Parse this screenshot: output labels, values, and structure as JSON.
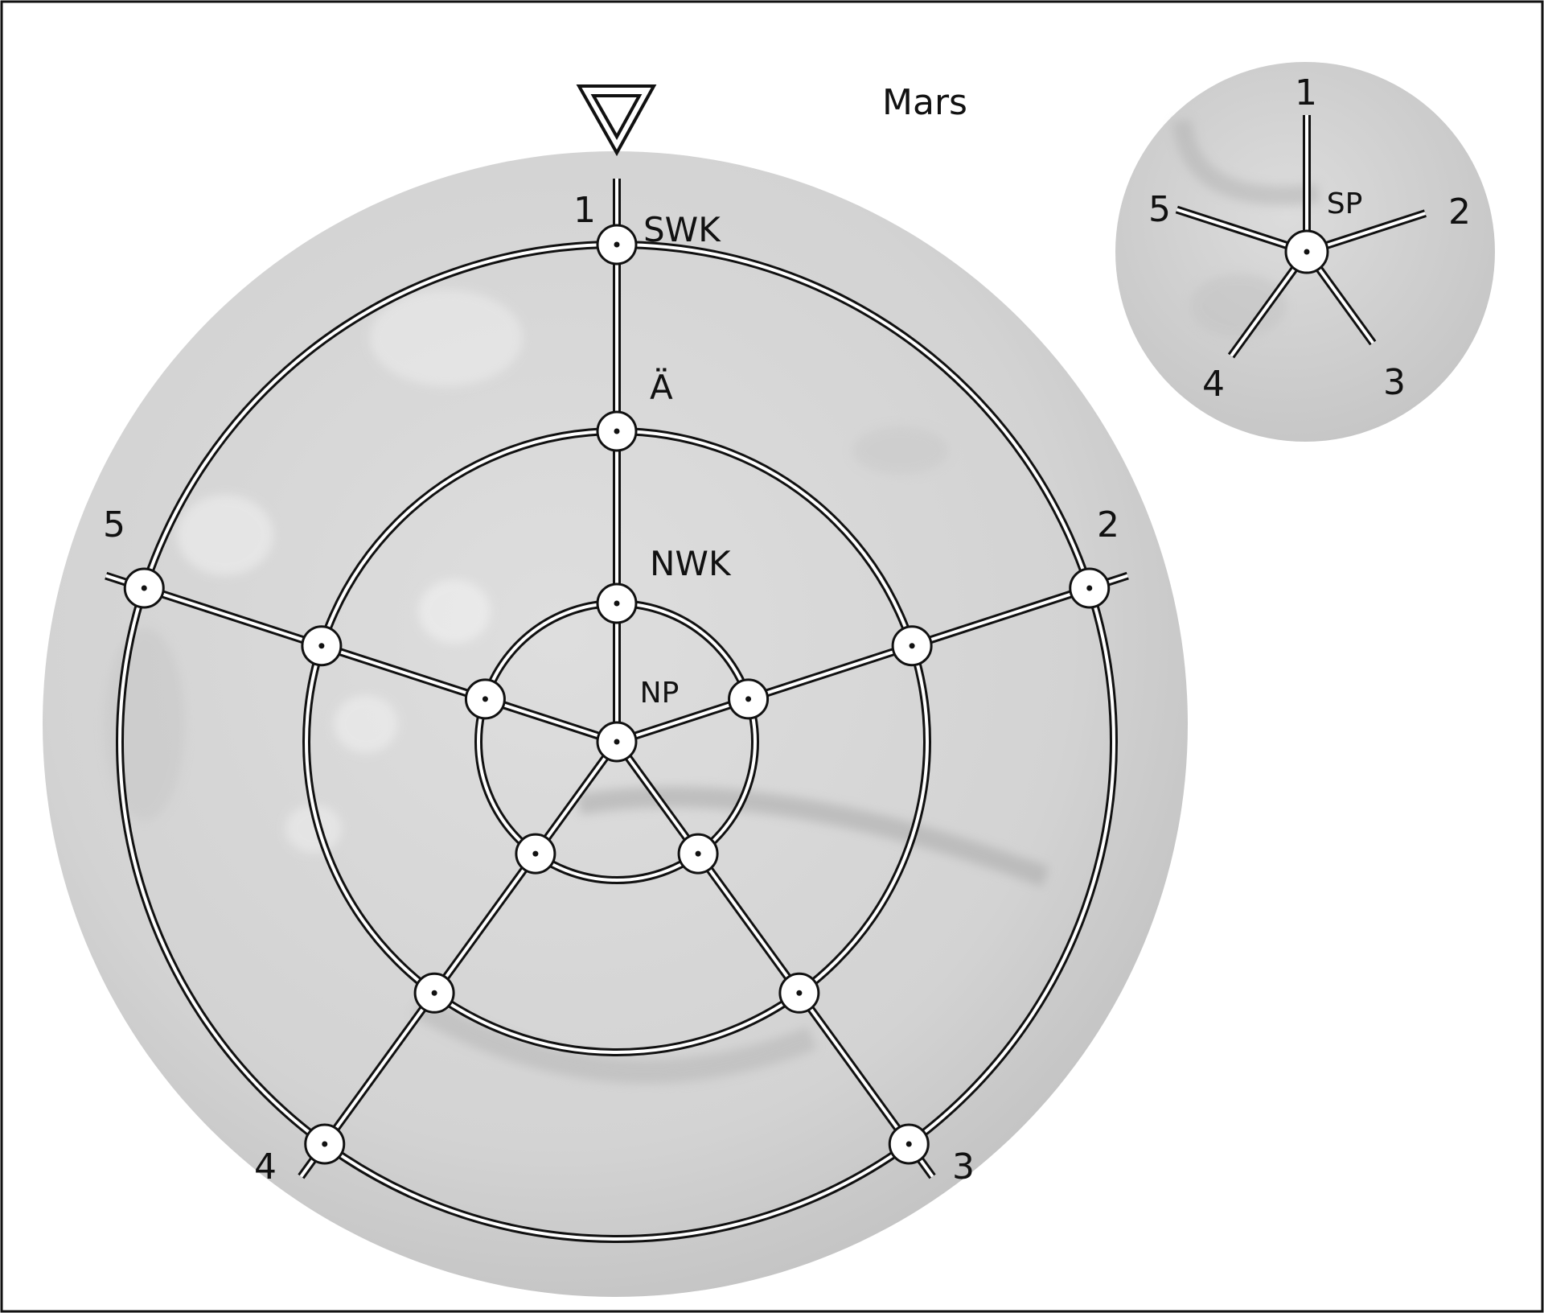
{
  "title": "Mars",
  "colors": {
    "surface": "#d9d9d9",
    "surface_dark": "#bdbdbd",
    "line": "#111111",
    "node_fill": "#ffffff",
    "background": "#ffffff",
    "frame": "#111111"
  },
  "icons": {
    "north_marker": "nabla-triangle-icon",
    "node": "circle-dot-icon"
  },
  "main_map": {
    "ring_labels": {
      "outer": "SWK",
      "middle": "Ä",
      "inner": "NWK"
    },
    "center_label": "NP",
    "spoke_labels": [
      "1",
      "2",
      "3",
      "4",
      "5"
    ]
  },
  "inset_map": {
    "center_label": "SP",
    "spoke_labels": [
      "1",
      "2",
      "3",
      "4",
      "5"
    ]
  }
}
